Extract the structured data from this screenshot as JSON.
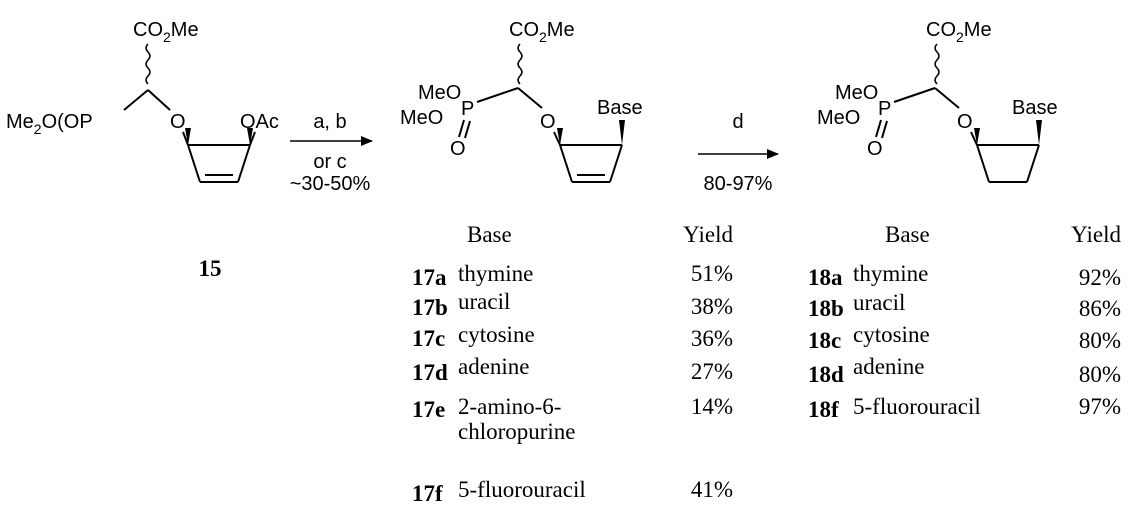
{
  "compound_15": {
    "label": "15",
    "ester": "CO",
    "ester_sub": "2",
    "ester_tail": "Me",
    "phosphonate_a": "Me",
    "phosphonate_sub": "2",
    "phosphonate_b": "O(OP",
    "ring_oxygen": "O",
    "acetate": "OAc"
  },
  "arrow1": {
    "above": "a, b",
    "below1": "or c",
    "below2": "~30-50%"
  },
  "compound_17": {
    "ester": "CO",
    "ester_sub": "2",
    "ester_tail": "Me",
    "meo_top": "MeO",
    "meo_bottom": "MeO",
    "phosphorus": "P",
    "oxo": "O",
    "ring_oxygen": "O",
    "base": "Base"
  },
  "arrow2": {
    "above": "d",
    "below": "80-97%"
  },
  "compound_18": {
    "ester": "CO",
    "ester_sub": "2",
    "ester_tail": "Me",
    "meo_top": "MeO",
    "meo_bottom": "MeO",
    "phosphorus": "P",
    "oxo": "O",
    "ring_oxygen": "O",
    "base": "Base"
  },
  "table_17": {
    "header_base": "Base",
    "header_yield": "Yield",
    "rows": [
      {
        "id": "17a",
        "base": "thymine",
        "yield": "51%"
      },
      {
        "id": "17b",
        "base": "uracil",
        "yield": "38%"
      },
      {
        "id": "17c",
        "base": "cytosine",
        "yield": "36%"
      },
      {
        "id": "17d",
        "base": "adenine",
        "yield": "27%"
      },
      {
        "id": "17e",
        "base": "2-amino-6-",
        "base2": "chloropurine",
        "yield": "14%"
      },
      {
        "id": "17f",
        "base": "5-fluorouracil",
        "yield": "41%"
      }
    ]
  },
  "table_18": {
    "header_base": "Base",
    "header_yield": "Yield",
    "rows": [
      {
        "id": "18a",
        "base": "thymine",
        "yield": "92%"
      },
      {
        "id": "18b",
        "base": "uracil",
        "yield": "86%"
      },
      {
        "id": "18c",
        "base": "cytosine",
        "yield": "80%"
      },
      {
        "id": "18d",
        "base": "adenine",
        "yield": "80%"
      },
      {
        "id": "18f",
        "base": "5-fluorouracil",
        "yield": "97%"
      }
    ]
  }
}
